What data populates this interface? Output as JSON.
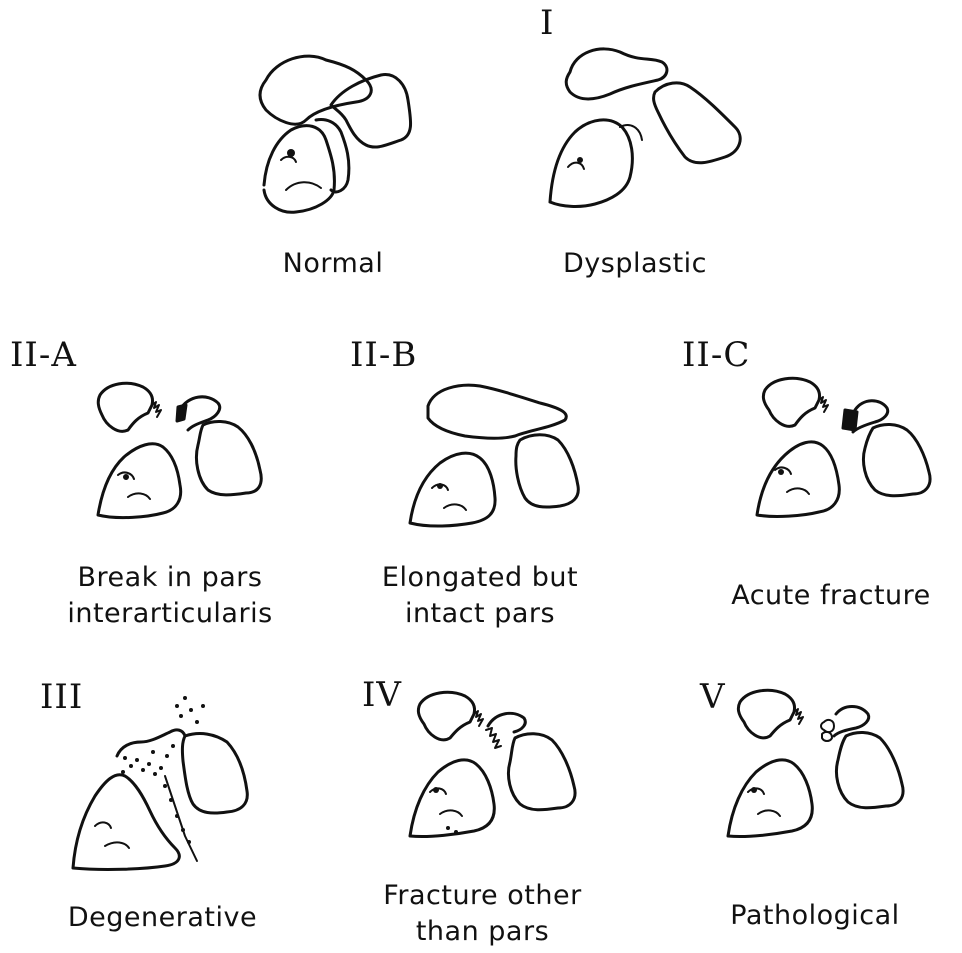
{
  "panels": [
    {
      "id": "normal",
      "label": "",
      "caption": [
        "Normal"
      ]
    },
    {
      "id": "dysplastic",
      "label": "I",
      "caption": [
        "Dysplastic"
      ]
    },
    {
      "id": "iia",
      "label": "II-A",
      "caption": [
        "Break in pars",
        "interarticularis"
      ]
    },
    {
      "id": "iib",
      "label": "II-B",
      "caption": [
        "Elongated but",
        "intact pars"
      ]
    },
    {
      "id": "iic",
      "label": "II-C",
      "caption": [
        "Acute fracture"
      ]
    },
    {
      "id": "iii",
      "label": "III",
      "caption": [
        "Degenerative"
      ]
    },
    {
      "id": "iv",
      "label": "IV",
      "caption": [
        "Fracture other",
        "than pars"
      ]
    },
    {
      "id": "v",
      "label": "V",
      "caption": [
        "Pathological"
      ]
    }
  ]
}
